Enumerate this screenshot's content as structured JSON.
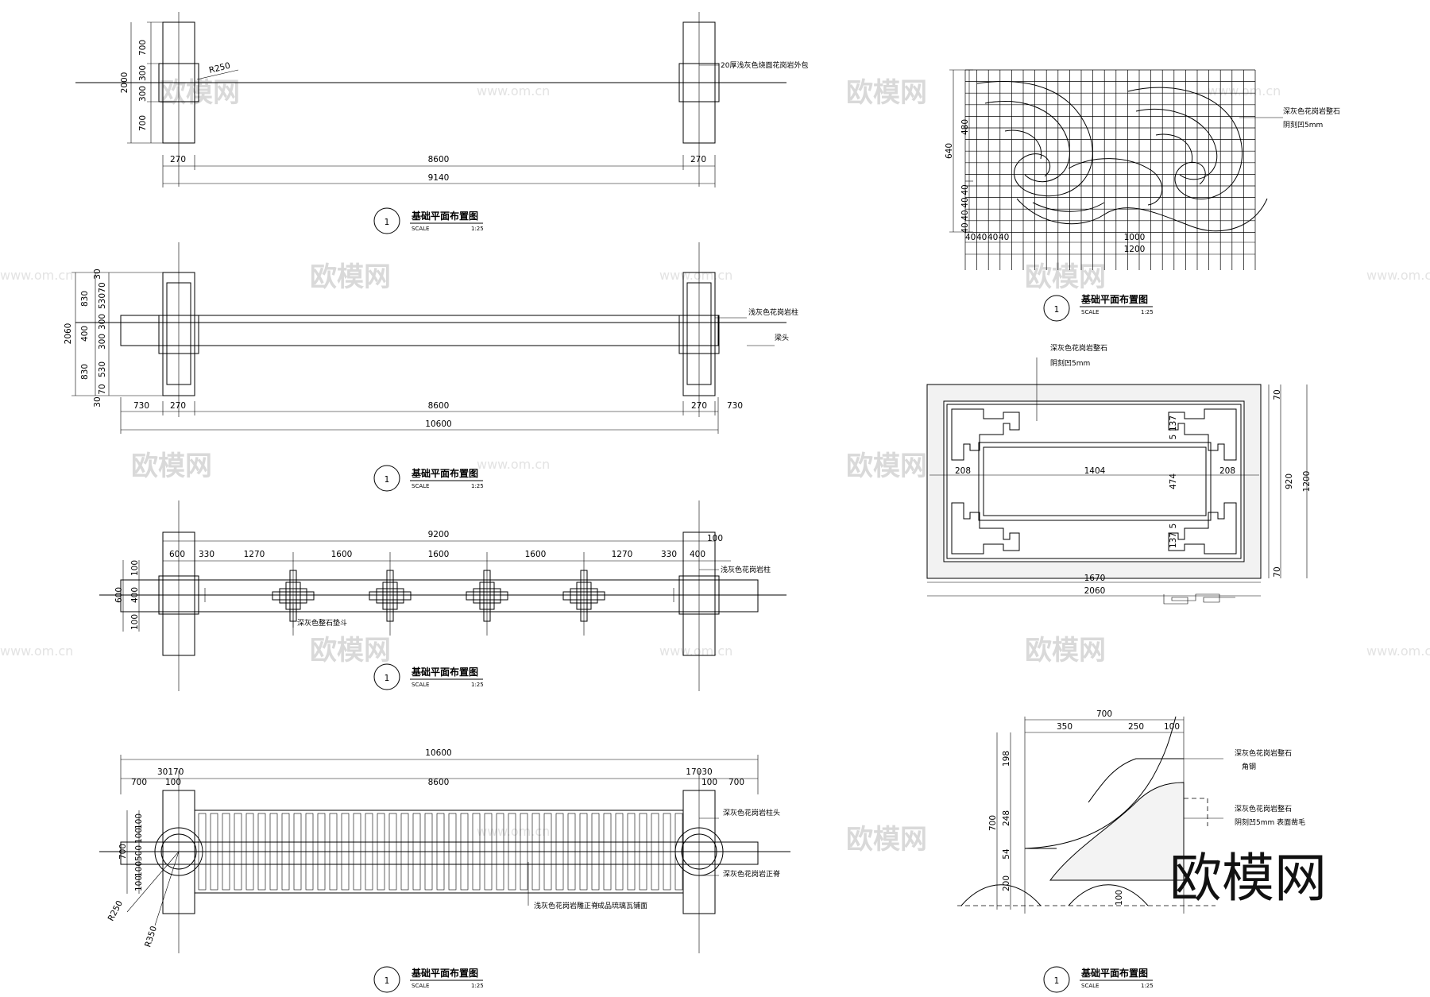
{
  "drawings": {
    "d1": {
      "title": "基础平面布置图",
      "scale_label": "SCALE",
      "scale_value": "1:25",
      "index": "1",
      "dims": [
        "700",
        "300",
        "300",
        "700",
        "2000",
        "R250",
        "270",
        "8600",
        "270",
        "9140"
      ],
      "notes": [
        "20厚浅灰色烧面花岗岩外包"
      ]
    },
    "d2": {
      "title": "基础平面布置图",
      "scale_label": "SCALE",
      "scale_value": "1:25",
      "index": "1",
      "dims": [
        "30",
        "70",
        "830",
        "530",
        "300",
        "400",
        "300",
        "830",
        "530",
        "70",
        "30",
        "2060",
        "730",
        "270",
        "8600",
        "270",
        "730",
        "10600"
      ],
      "notes": [
        "浅灰色花岗岩柱",
        "梁头"
      ]
    },
    "d3": {
      "title": "基础平面布置图",
      "scale_label": "SCALE",
      "scale_value": "1:25",
      "index": "1",
      "dims": [
        "9200",
        "600",
        "330",
        "1270",
        "1600",
        "1600",
        "1600",
        "1270",
        "330",
        "400",
        "100",
        "100",
        "400",
        "100",
        "600"
      ],
      "notes": [
        "浅灰色花岗岩柱",
        "深灰色整石垫斗"
      ]
    },
    "d4": {
      "title": "基础平面布置图",
      "scale_label": "SCALE",
      "scale_value": "1:25",
      "index": "1",
      "dims": [
        "10600",
        "30170",
        "700",
        "100",
        "8600",
        "17030",
        "100",
        "700",
        "100",
        "100",
        "700",
        "500",
        "100",
        "100",
        "R250",
        "R350"
      ],
      "notes": [
        "深灰色花岗岩柱头",
        "深灰色花岗岩正脊",
        "浅灰色花岗岩雕正脊",
        "成品琉璃瓦铺面"
      ]
    },
    "d5": {
      "title": "基础平面布置图",
      "scale_label": "SCALE",
      "scale_value": "1:25",
      "index": "1",
      "dims": [
        "640",
        "480",
        "40",
        "40",
        "40",
        "40",
        "40",
        "40",
        "40",
        "40",
        "1000",
        "1200"
      ],
      "notes": [
        "深灰色花岗岩整石",
        "阴刻凹5mm"
      ]
    },
    "d6": {
      "dims": [
        "70",
        "70",
        "920",
        "1200",
        "5",
        "137",
        "5",
        "137",
        "474",
        "208",
        "208",
        "1404",
        "1670",
        "2060"
      ],
      "notes": [
        "深灰色花岗岩整石",
        "阴刻凹5mm"
      ]
    },
    "d7": {
      "title": "基础平面布置图",
      "scale_label": "SCALE",
      "scale_value": "1:25",
      "index": "1",
      "dims": [
        "700",
        "350",
        "250",
        "100",
        "198",
        "248",
        "54",
        "200",
        "700",
        "100"
      ],
      "notes": [
        "深灰色花岗岩整石",
        "角钢",
        "深灰色花岗岩整石",
        "阴刻凹5mm 表面凿毛"
      ]
    }
  },
  "watermark": {
    "text": "欧模网",
    "url": "www.om.cn"
  },
  "brand": "欧模网"
}
